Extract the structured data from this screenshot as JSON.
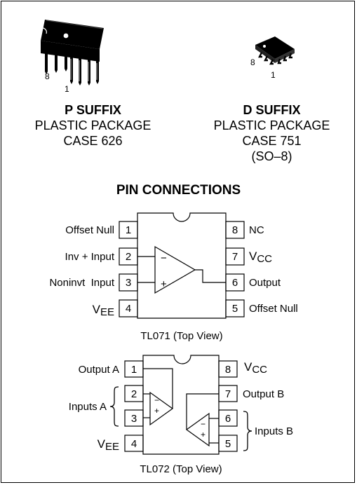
{
  "packages": {
    "p": {
      "pin_high": "8",
      "pin_low": "1",
      "suffix": "P SUFFIX",
      "line1": "PLASTIC PACKAGE",
      "line2": "CASE 626"
    },
    "d": {
      "pin_high": "8",
      "pin_low": "1",
      "suffix": "D SUFFIX",
      "line1": "PLASTIC PACKAGE",
      "line2": "CASE 751",
      "line3": "(SO–8)"
    }
  },
  "title": "PIN CONNECTIONS",
  "tl071": {
    "left_pins": [
      {
        "num": "1",
        "label": "Offset Null"
      },
      {
        "num": "2",
        "label": "Inv + Input"
      },
      {
        "num": "3",
        "label": "Noninvt  Input"
      },
      {
        "num": "4",
        "label": "V",
        "sub": "EE"
      }
    ],
    "right_pins": [
      {
        "num": "8",
        "label": "NC"
      },
      {
        "num": "7",
        "label": "V",
        "sub": "CC"
      },
      {
        "num": "6",
        "label": "Output"
      },
      {
        "num": "5",
        "label": "Offset Null"
      }
    ],
    "minus_sign": "−",
    "plus_sign": "+",
    "caption": "TL071 (Top View)"
  },
  "tl072": {
    "left_pins": [
      {
        "num": "1",
        "label": "Output A"
      },
      {
        "num": "2"
      },
      {
        "num": "3"
      },
      {
        "num": "4",
        "label": "V",
        "sub": "EE"
      }
    ],
    "right_pins": [
      {
        "num": "8",
        "label": "V",
        "sub": "CC"
      },
      {
        "num": "7",
        "label": "Output B"
      },
      {
        "num": "6"
      },
      {
        "num": "5"
      }
    ],
    "inputs_a": "Inputs A",
    "inputs_b": "Inputs B",
    "minus_sign": "−",
    "plus_sign": "+",
    "caption": "TL072 (Top View)"
  }
}
